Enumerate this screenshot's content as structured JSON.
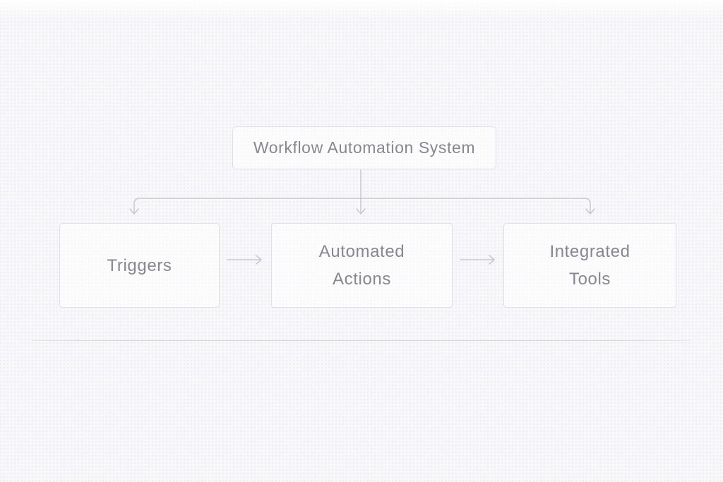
{
  "diagram": {
    "type": "flowchart",
    "root": {
      "label": "Workflow Automation System",
      "line1": "Workflow Automation System"
    },
    "children": [
      {
        "id": "triggers",
        "label": "Triggers",
        "line1": "Triggers"
      },
      {
        "id": "automated-actions",
        "label": "Automated Actions",
        "line1": "Automated",
        "line2": "Actions"
      },
      {
        "id": "integrated-tools",
        "label": "Integrated Tools",
        "line1": "Integrated",
        "line2": "Tools"
      }
    ],
    "flow": [
      "Workflow Automation System -> Triggers",
      "Workflow Automation System -> Automated Actions",
      "Workflow Automation System -> Integrated Tools",
      "Triggers -> Automated Actions",
      "Automated Actions -> Integrated Tools"
    ],
    "colors": {
      "background": "#f8f8fa",
      "node_fill": "#fdfdfe",
      "node_border": "#dfdfe8",
      "text": "#87878f",
      "connector": "#c7c7d2",
      "divider": "#d6d6de"
    }
  }
}
